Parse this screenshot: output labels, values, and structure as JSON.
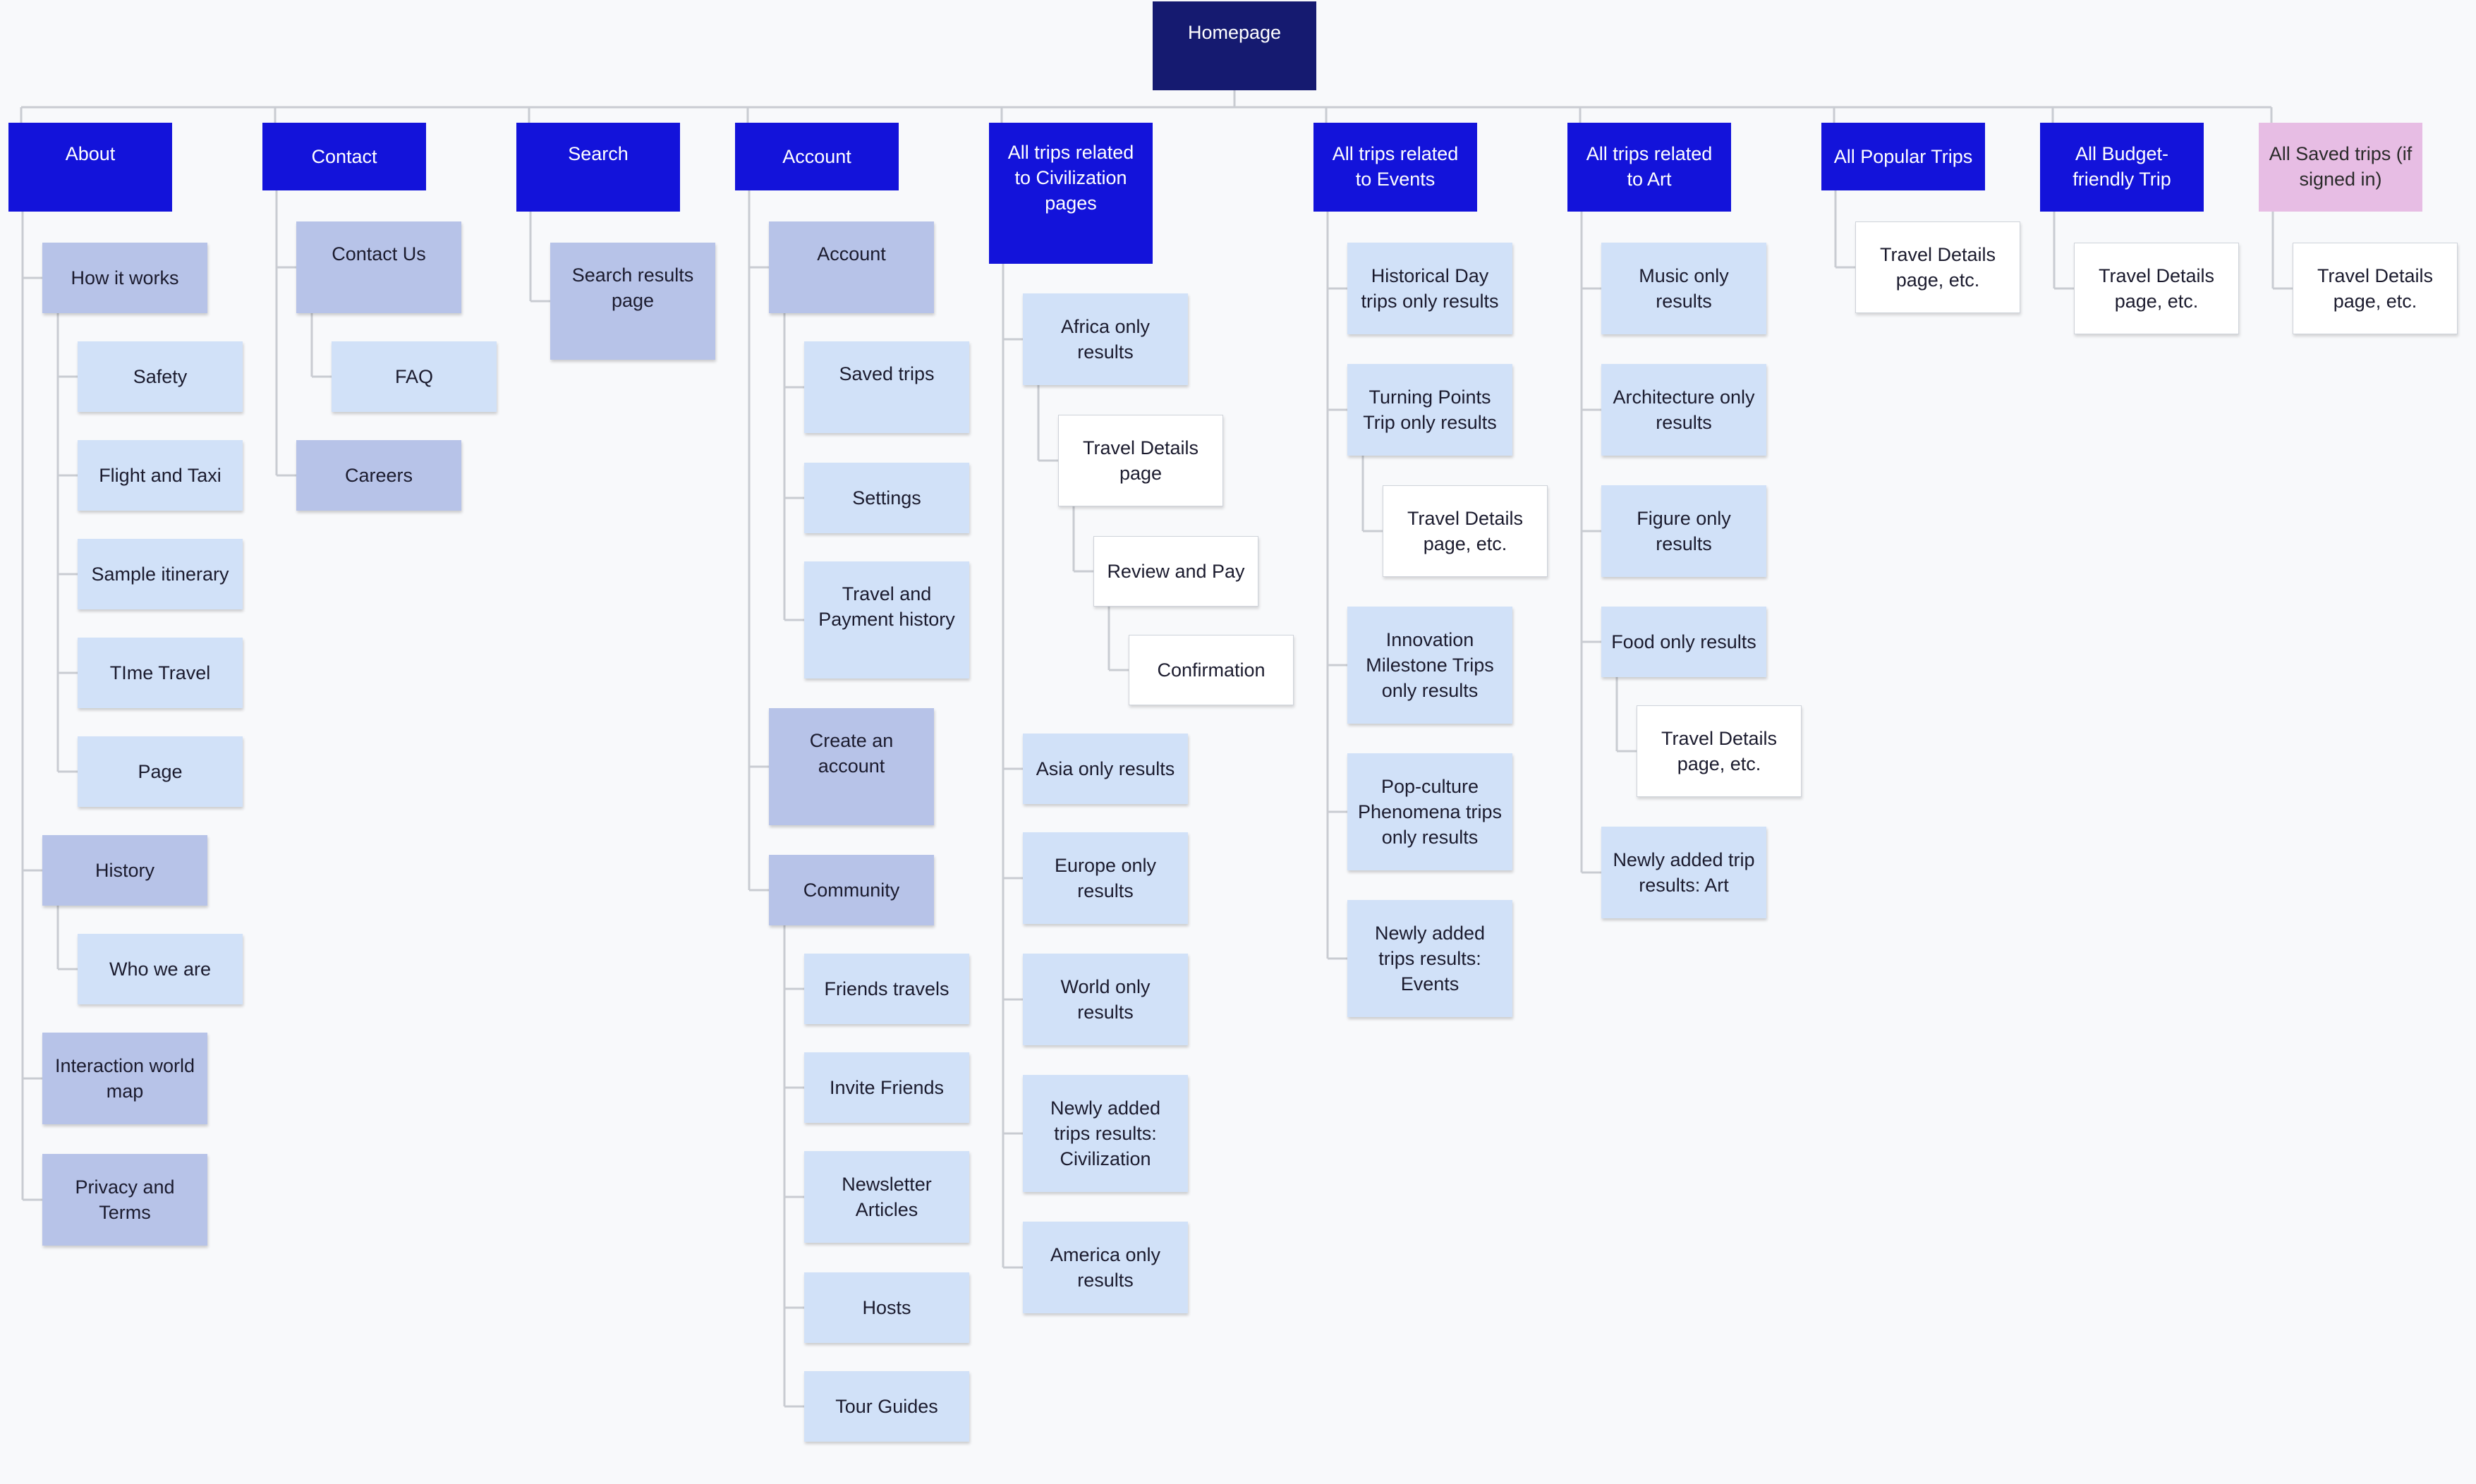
{
  "colors": {
    "root": "#151a70",
    "category": "#1313da",
    "saved": "#e7bde4",
    "level2": "#b7c3e8",
    "level3": "#d1e1f8",
    "page": "#ffffff",
    "connector": "#c9ccd2",
    "background": "#f8f9fb"
  },
  "nodes": {
    "homepage": "Homepage",
    "about": "About",
    "how_it_works": "How it works",
    "safety": "Safety",
    "flight_taxi": "Flight and Taxi",
    "sample_itinerary": "Sample itinerary",
    "time_travel": "TIme Travel",
    "page": "Page",
    "history": "History",
    "who_we_are": "Who we are",
    "interaction_map": "Interaction world map",
    "privacy_terms": "Privacy and Terms",
    "contact": "Contact",
    "contact_us": "Contact Us",
    "faq": "FAQ",
    "careers": "Careers",
    "search": "Search",
    "search_results": "Search results page",
    "account": "Account",
    "account_sub": "Account",
    "saved_trips": "Saved trips",
    "settings": "Settings",
    "travel_payment": "Travel and Payment history",
    "create_account": "Create an account",
    "community": "Community",
    "friends_travels": "Friends travels",
    "invite_friends": "Invite Friends",
    "newsletter": "Newsletter Articles",
    "hosts": "Hosts",
    "tour_guides": "Tour Guides",
    "civilization": "All trips related to Civilization pages",
    "africa": "Africa only results",
    "travel_details_page": "Travel Details page",
    "review_pay": "Review and Pay",
    "confirmation": "Confirmation",
    "asia": "Asia only results",
    "europe": "Europe only results",
    "world": "World only results",
    "new_civ": "Newly added trips results: Civilization",
    "america": "America only results",
    "events": "All trips related to Events",
    "historical_day": "Historical Day trips only results",
    "turning_points": "Turning Points Trip only results",
    "td_events": "Travel Details page, etc.",
    "innovation": "Innovation Milestone Trips only results",
    "pop_culture": "Pop-culture Phenomena trips only results",
    "new_events": "Newly  added trips results: Events",
    "art": "All trips related to Art",
    "music": "Music only results",
    "architecture": "Architecture only results",
    "figure": "Figure only results",
    "food": "Food only results",
    "td_art": "Travel Details page, etc.",
    "new_art": "Newly added trip results: Art",
    "popular": "All Popular Trips",
    "td_popular": "Travel Details page, etc.",
    "budget": "All Budget-friendly Trip",
    "td_budget": "Travel Details page, etc.",
    "saved_all": "All Saved trips (if signed in)",
    "td_saved": "Travel Details page, etc."
  }
}
